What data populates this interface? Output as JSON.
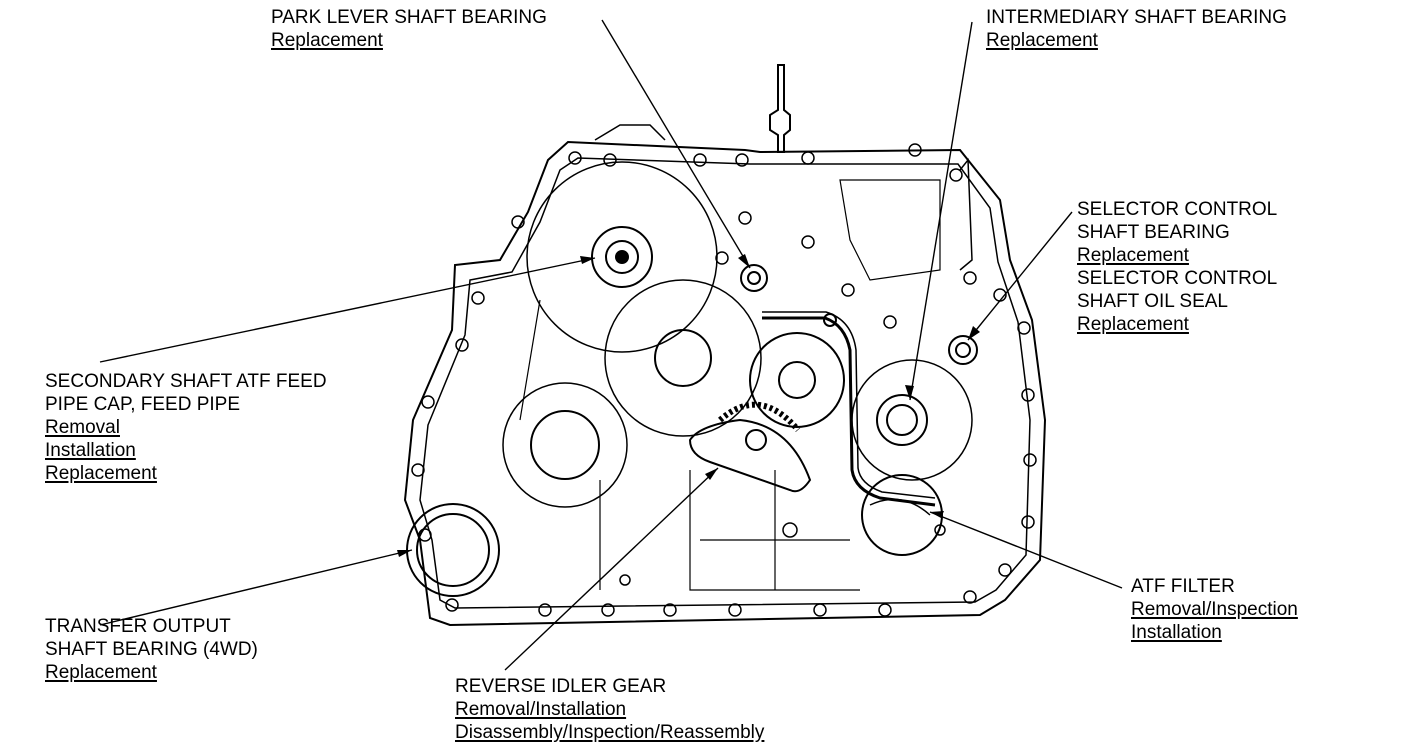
{
  "callouts": {
    "park_lever": {
      "title": [
        "PARK LEVER SHAFT BEARING"
      ],
      "links": [
        "Replacement"
      ]
    },
    "intermediary": {
      "title": [
        "INTERMEDIARY SHAFT BEARING"
      ],
      "links": [
        "Replacement"
      ]
    },
    "selector": {
      "title": [
        "SELECTOR CONTROL",
        "SHAFT BEARING"
      ],
      "links": [
        "Replacement"
      ],
      "title2": [
        "SELECTOR CONTROL",
        "SHAFT OIL SEAL"
      ],
      "links2": [
        "Replacement"
      ]
    },
    "secondary": {
      "title": [
        "SECONDARY SHAFT ATF FEED",
        "PIPE CAP, FEED PIPE"
      ],
      "links": [
        "Removal",
        "Installation",
        "Replacement"
      ]
    },
    "transfer": {
      "title": [
        "TRANSFER OUTPUT",
        "SHAFT BEARING (4WD)"
      ],
      "links": [
        "Replacement"
      ]
    },
    "reverse": {
      "title": [
        "REVERSE IDLER GEAR"
      ],
      "links": [
        "Removal/Installation",
        "Disassembly/Inspection/Reassembly"
      ]
    },
    "atf_filter": {
      "title": [
        "ATF FILTER"
      ],
      "links": [
        "Removal/Inspection",
        "Installation"
      ]
    }
  },
  "colors": {
    "line": "#000000",
    "background": "#ffffff"
  }
}
